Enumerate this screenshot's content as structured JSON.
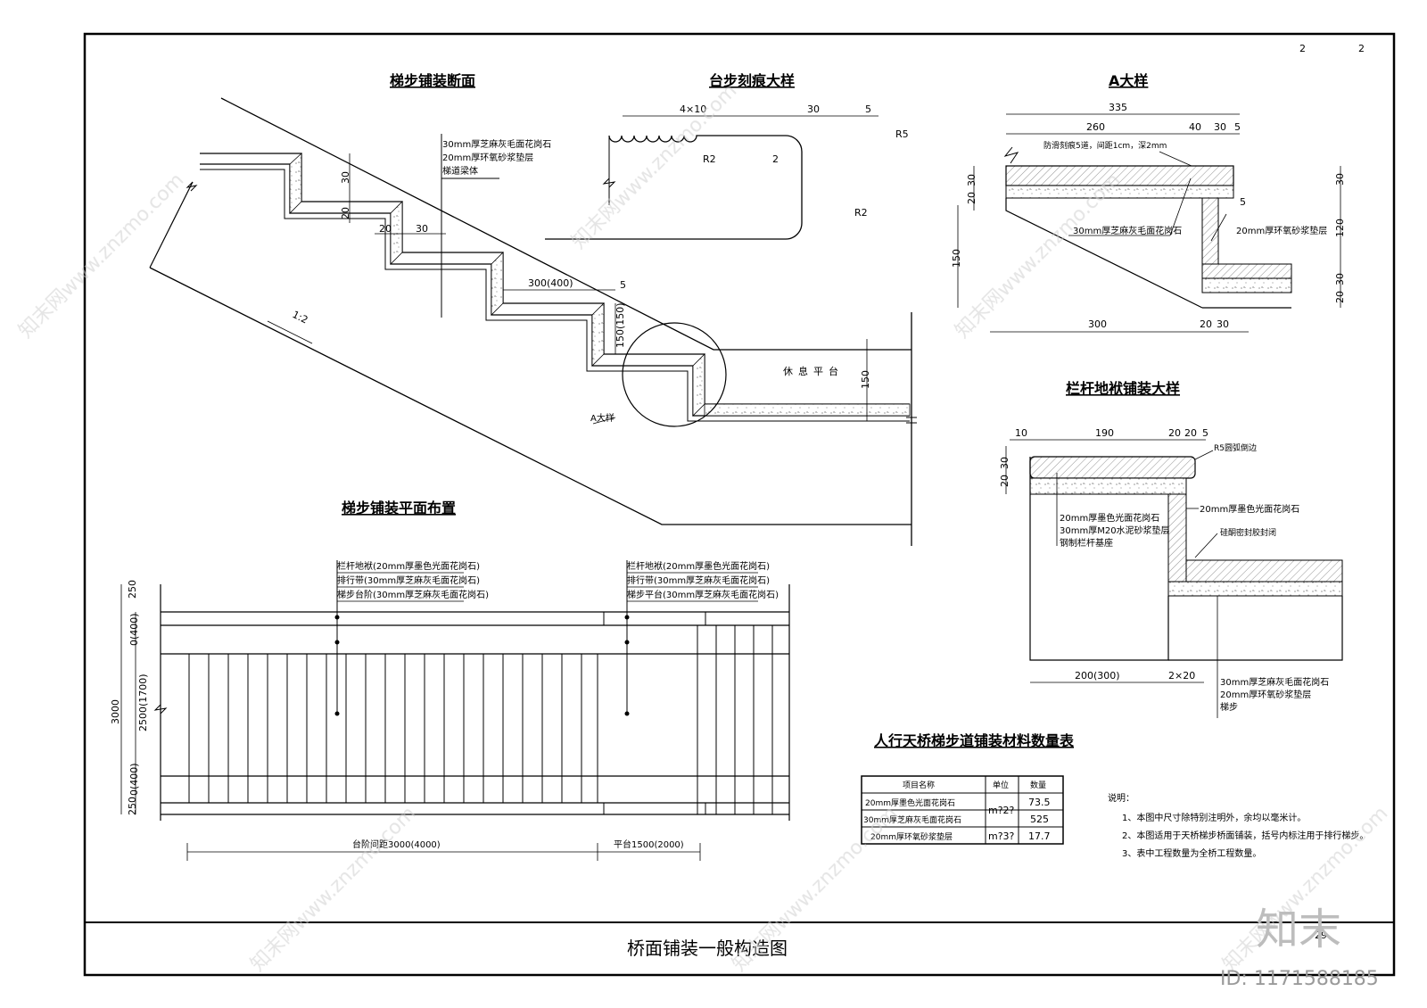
{
  "sheet_numbers": [
    "2",
    "2"
  ],
  "frame_title": "桥面铺装一般构造图",
  "frame_page_mark": "29",
  "section": {
    "title": "梯步铺装断面",
    "notes": [
      "30mm厚芝麻灰毛面花岗石",
      "20mm厚环氧砂浆垫层",
      "梯道梁体"
    ],
    "dims": [
      "30",
      "20",
      "20",
      "30",
      "300(400)",
      "5",
      "150(150)",
      "150"
    ],
    "slope": "1:2",
    "landing": "休息平台",
    "detail_tag": "A大样"
  },
  "groove": {
    "title": "台步刻痕大样",
    "dims": [
      "4×10",
      "30",
      "5",
      "R5",
      "R2",
      "2",
      "R2"
    ]
  },
  "detailA": {
    "title": "A大样",
    "dims": [
      "335",
      "260",
      "40",
      "30",
      "5",
      "30",
      "20",
      "150",
      "5",
      "30",
      "120",
      "30",
      "20",
      "300",
      "20",
      "30"
    ],
    "notes": [
      "防滑刻痕5道，间距1cm，深2mm",
      "30mm厚芝麻灰毛面花岗石",
      "20mm厚环氧砂浆垫层"
    ]
  },
  "railing": {
    "title": "栏杆地袱铺装大样",
    "dims": [
      "10",
      "190",
      "20",
      "20",
      "5",
      "30",
      "20",
      "200(300)",
      "2×20"
    ],
    "notes": [
      "R5圆弧倒边",
      "20mm厚墨色光面花岗石",
      "20mm厚墨色光面花岗石",
      "30mm厚M20水泥砂浆垫层",
      "钢制栏杆基座",
      "硅酮密封胶封闭",
      "30mm厚芝麻灰毛面花岗石",
      "20mm厚环氧砂浆垫层",
      "梯步"
    ]
  },
  "plan": {
    "title": "梯步铺装平面布置",
    "labels_left": [
      {
        "name": "栏杆地袱",
        "spec": "20mm厚墨色光面花岗石"
      },
      {
        "name": "排行带",
        "spec": "30mm厚芝麻灰毛面花岗石"
      },
      {
        "name": "梯步台阶",
        "spec": "30mm厚芝麻灰毛面花岗石"
      }
    ],
    "labels_right": [
      {
        "name": "栏杆地袱",
        "spec": "20mm厚墨色光面花岗石"
      },
      {
        "name": "排行带",
        "spec": "30mm厚芝麻灰毛面花岗石"
      },
      {
        "name": "梯步平台",
        "spec": "30mm厚芝麻灰毛面花岗石"
      }
    ],
    "vdims": [
      "250",
      "0(400)",
      "3000",
      "2500(1700)",
      "0(400)",
      "250"
    ],
    "hdims": [
      "台阶间距3000(4000)",
      "平台1500(2000)"
    ]
  },
  "table": {
    "title": "人行天桥梯步道铺装材料数量表",
    "headers": [
      "项目名称",
      "单位",
      "数量"
    ],
    "rows": [
      {
        "name": "20mm厚墨色光面花岗石",
        "unit": "m?2?",
        "qty": "73.5"
      },
      {
        "name": "30mm厚芝麻灰毛面花岗石",
        "unit": "",
        "qty": "525"
      },
      {
        "name": "20mm厚环氧砂浆垫层",
        "unit": "m?3?",
        "qty": "17.7"
      }
    ]
  },
  "notes": {
    "title": "说明：",
    "items": [
      "1、本图中尺寸除特别注明外，余均以毫米计。",
      "2、本图适用于天桥梯步桥面铺装，括号内标注用于排行梯步。",
      "3、表中工程数量为全桥工程数量。"
    ]
  },
  "watermark": {
    "text": "知末网www.znzmo.com",
    "logo": "知末",
    "id": "ID: 1171588185"
  }
}
